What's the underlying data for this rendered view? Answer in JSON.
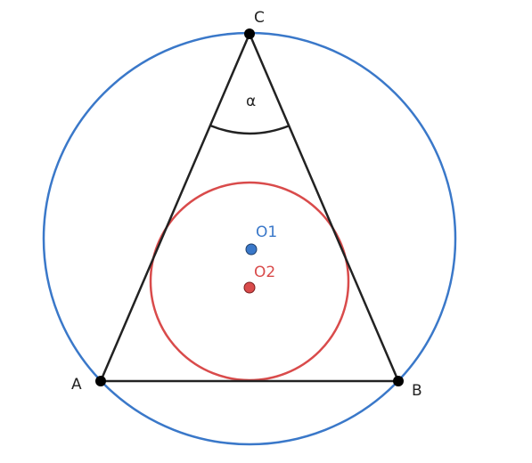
{
  "points": {
    "A": {
      "label": "A"
    },
    "B": {
      "label": "B"
    },
    "C": {
      "label": "C"
    }
  },
  "circumcenter": {
    "label": "O1",
    "color": "#3a78c9"
  },
  "incenter": {
    "label": "O2",
    "color": "#d94b4b"
  },
  "angle": {
    "label": "α"
  },
  "colors": {
    "triangle": "#222222",
    "circumcircle": "#3a78c9",
    "incircle": "#d94b4b",
    "point": "#000000",
    "text": "#222222"
  }
}
